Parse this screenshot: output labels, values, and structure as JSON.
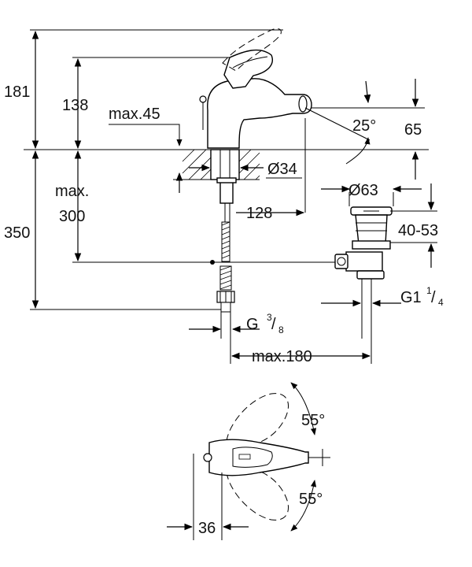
{
  "dimensions": {
    "total_height": "181",
    "spout_height": "138",
    "max_thickness": "max.45",
    "spray_angle": "25°",
    "spray_height": "65",
    "hole_diameter": "Ø34",
    "max_depth_line1": "max.",
    "max_depth_line2": "300",
    "under_height": "350",
    "spout_reach": "128",
    "waste_diameter": "Ø63",
    "waste_range": "40-53",
    "waste_thread_main": "G1",
    "waste_thread_num": "1",
    "waste_thread_den": "4",
    "supply_thread_main": "G",
    "supply_thread_num": "3",
    "supply_thread_den": "8",
    "max_spread": "max.180",
    "swivel_up": "55°",
    "swivel_down": "55°",
    "lever_offset": "36"
  }
}
